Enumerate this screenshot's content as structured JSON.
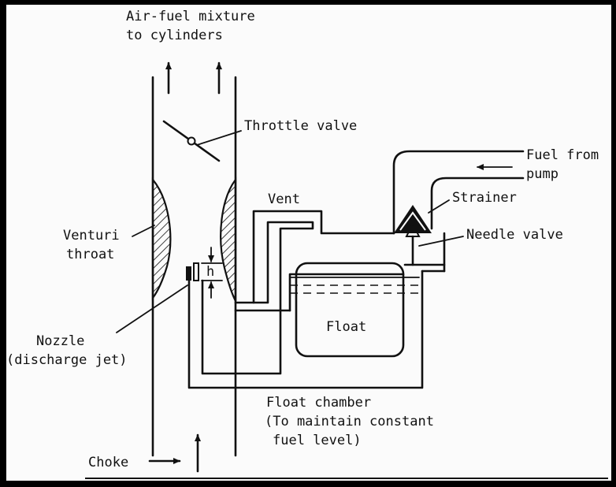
{
  "labels": {
    "air_fuel_line1": "Air-fuel mixture",
    "air_fuel_line2": "to cylinders",
    "throttle_valve": "Throttle valve",
    "fuel_from_line1": "Fuel from",
    "fuel_from_line2": "pump",
    "vent": "Vent",
    "strainer": "Strainer",
    "needle_valve": "Needle valve",
    "venturi_line1": "Venturi",
    "venturi_line2": "throat",
    "h": "h",
    "float": "Float",
    "nozzle_line1": "Nozzle",
    "nozzle_line2": "(discharge jet)",
    "float_chamber_line1": "Float chamber",
    "float_chamber_line2": "(To maintain constant",
    "float_chamber_line3": "fuel level)",
    "choke": "Choke"
  },
  "colors": {
    "ink": "#111111",
    "paper": "#fbfbfb",
    "frame": "#000000"
  }
}
